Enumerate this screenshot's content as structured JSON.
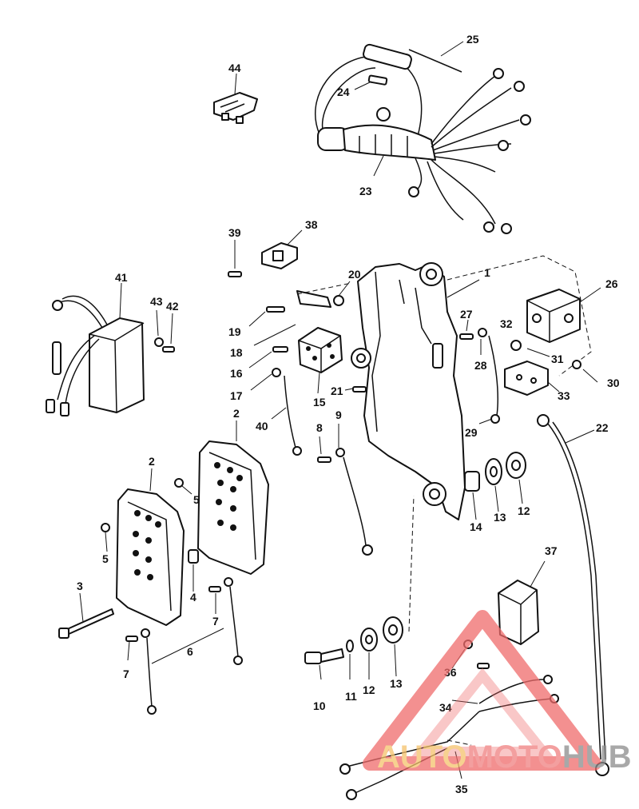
{
  "diagram": {
    "callouts": [
      "1",
      "2",
      "2",
      "3",
      "4",
      "5",
      "5",
      "6",
      "7",
      "7",
      "8",
      "9",
      "10",
      "11",
      "12",
      "12",
      "13",
      "13",
      "14",
      "15",
      "16",
      "17",
      "18",
      "19",
      "20",
      "21",
      "22",
      "23",
      "24",
      "25",
      "26",
      "27",
      "28",
      "29",
      "30",
      "31",
      "32",
      "33",
      "34",
      "35",
      "36",
      "37",
      "38",
      "39",
      "40",
      "41",
      "42",
      "43",
      "44"
    ]
  },
  "watermark": {
    "part1": "AUTO",
    "part2": "MOTO",
    "part3": "HUB",
    "colors": {
      "auto": "#f5c26b",
      "moto": "#f08080",
      "hub": "#8c8c8c",
      "triangle": "#f06b6b"
    }
  }
}
